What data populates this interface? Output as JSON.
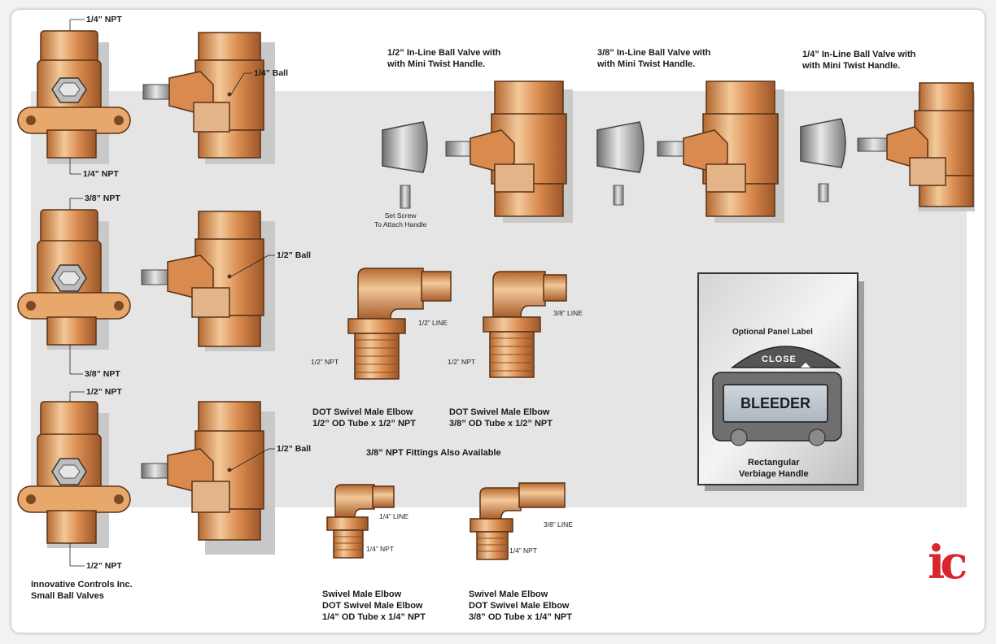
{
  "labels": {
    "v1_top_npt": "1/4” NPT",
    "v1_bottom_npt": "1/4” NPT",
    "v1_ball": "1/4” Ball",
    "v2_top_npt": "3/8” NPT",
    "v2_bottom_npt": "3/8” NPT",
    "v2_ball": "1/2” Ball",
    "v3_top_npt": "1/2” NPT",
    "v3_bottom_npt": "1/2” NPT",
    "v3_ball": "1/2” Ball"
  },
  "inline_valves": {
    "half_title": "1/2” In-Line Ball Valve with\nwith Mini Twist Handle.",
    "three_eighths_title": "3/8” In-Line Ball Valve with\nwith Mini Twist Handle.",
    "quarter_title": "1/4” In-Line Ball Valve with\nwith Mini Twist Handle.",
    "set_screw_note": "Set Screw\nTo Attach Handle"
  },
  "elbows": {
    "e1_line": "1/2” LINE",
    "e1_npt": "1/2” NPT",
    "e1_title": "DOT Swivel Male Elbow\n1/2” OD Tube x 1/2” NPT",
    "e2_line": "3/8” LINE",
    "e2_npt": "1/2” NPT",
    "e2_title": "DOT Swivel Male Elbow\n3/8” OD Tube x 1/2” NPT",
    "fittings_note": "3/8” NPT Fittings Also Available",
    "e3_line": "1/4” LINE",
    "e3_npt": "1/4” NPT",
    "e3_title": "Swivel Male Elbow\nDOT Swivel Male Elbow\n1/4” OD Tube x 1/4” NPT",
    "e4_line": "3/8” LINE",
    "e4_npt": "1/4” NPT",
    "e4_title": "Swivel Male Elbow\nDOT Swivel Male Elbow\n3/8” OD Tube x 1/4” NPT"
  },
  "panel": {
    "optional_label": "Optional Panel Label",
    "close_text": "CLOSE",
    "bleeder_text": "BLEEDER",
    "handle_caption": "Rectangular\nVerbiage Handle"
  },
  "company": {
    "caption": "Innovative Controls Inc.\nSmall Ball Valves",
    "logo_text": "ic"
  },
  "colors": {
    "brass": "#d98a4e",
    "brass_light": "#f2c79a",
    "brass_dark": "#a8602f",
    "steel": "#9a9a9a",
    "band": "#e5e5e5",
    "logo_red": "#d7262e"
  }
}
